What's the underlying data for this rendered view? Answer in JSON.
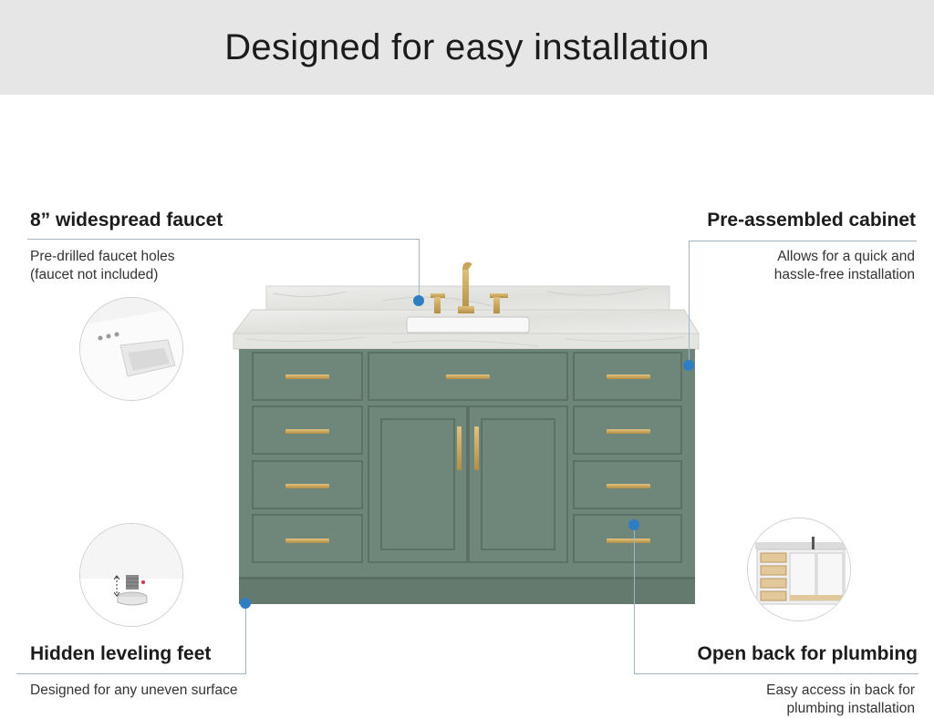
{
  "header": {
    "title": "Designed for easy installation"
  },
  "features": {
    "faucet": {
      "title": "8” widespread faucet",
      "line1": "Pre-drilled faucet holes",
      "line2": "(faucet not included)"
    },
    "cabinet": {
      "title": "Pre-assembled cabinet",
      "line1": "Allows for  a quick and",
      "line2": "hassle-free installation"
    },
    "feet": {
      "title": "Hidden leveling feet",
      "line1": "Designed for any uneven surface"
    },
    "back": {
      "title": "Open back for plumbing",
      "line1": "Easy access in back for",
      "line2": "plumbing installation"
    }
  },
  "colors": {
    "banner": "#e6e6e6",
    "cabinet": "#6e8579",
    "hardware": "#c9a45a",
    "marble": "#e7e7e4",
    "callout_dot": "#2f7ec4",
    "callout_line": "#9fb4c6"
  }
}
